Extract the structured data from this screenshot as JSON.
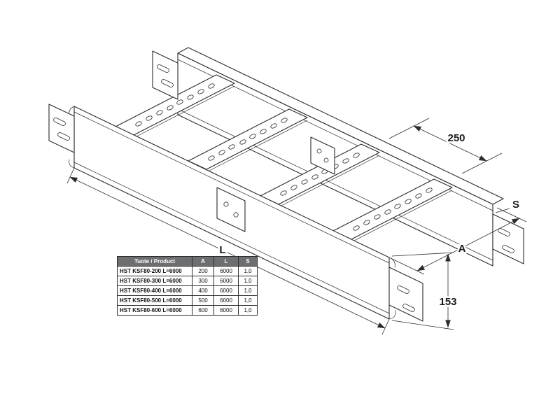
{
  "drawing": {
    "labels": {
      "rung_spacing": "250",
      "length": "L",
      "height": "153",
      "width": "A",
      "thickness": "S"
    }
  },
  "table": {
    "headers": [
      "Tuote / Product",
      "A",
      "L",
      "S"
    ],
    "rows": [
      [
        "HST KSF80-200 L=6000",
        "200",
        "6000",
        "1,0"
      ],
      [
        "HST KSF80-300 L=6000",
        "300",
        "6000",
        "1,0"
      ],
      [
        "HST KSF80-400 L=6000",
        "400",
        "6000",
        "1,0"
      ],
      [
        "HST KSF80-500 L=6000",
        "500",
        "6000",
        "1,0"
      ],
      [
        "HST KSF80-600 L=6000",
        "600",
        "6000",
        "1,0"
      ]
    ]
  }
}
